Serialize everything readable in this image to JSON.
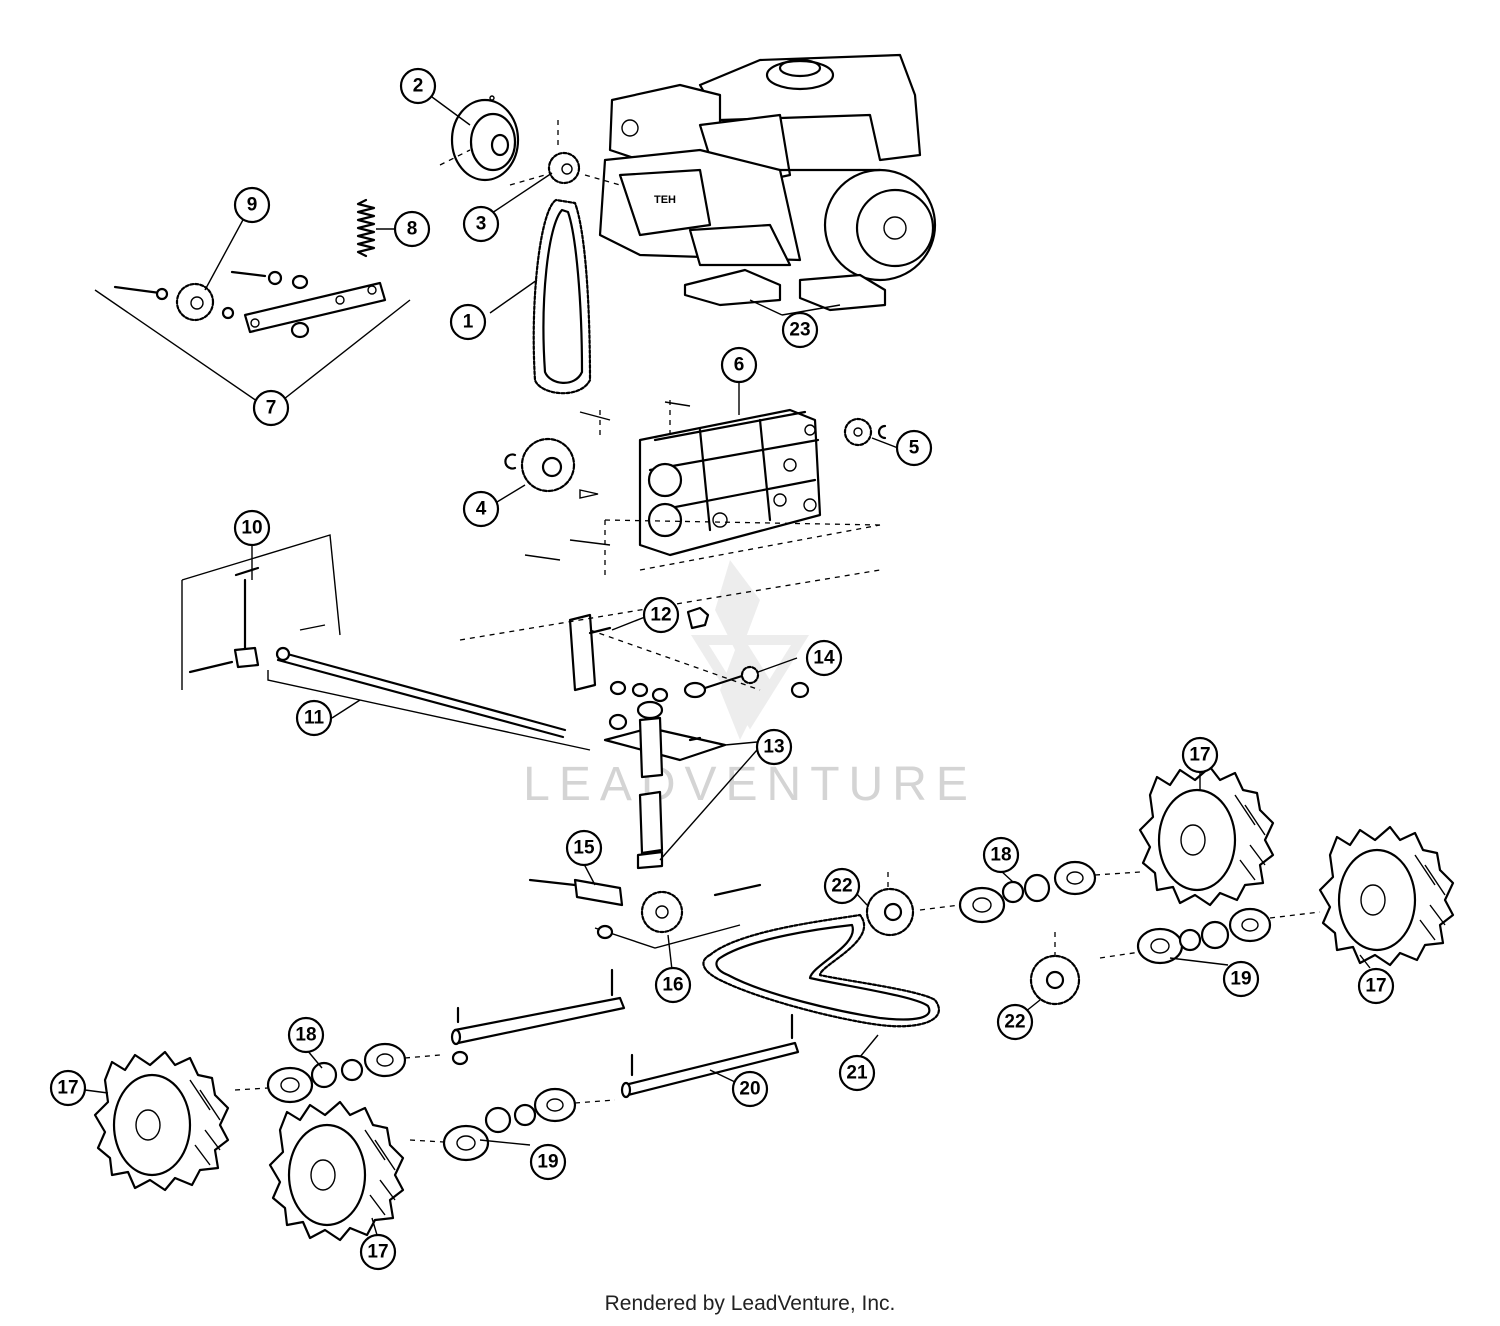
{
  "watermark": "LEADVENTURE",
  "footer": "Rendered by LeadVenture, Inc.",
  "callouts": {
    "c1": "1",
    "c2": "2",
    "c3": "3",
    "c4": "4",
    "c5": "5",
    "c6": "6",
    "c7": "7",
    "c8": "8",
    "c9": "9",
    "c10": "10",
    "c11": "11",
    "c12": "12",
    "c13": "13",
    "c14": "14",
    "c15": "15",
    "c16": "16",
    "c17": "17",
    "c18": "18",
    "c19": "19",
    "c20": "20",
    "c21": "21",
    "c22": "22",
    "c23": "23"
  },
  "icons": {
    "engine": "engine-icon",
    "drive_chain": "chain-icon",
    "wheel": "tire-icon",
    "sprocket": "sprocket-icon",
    "pulley": "pulley-icon",
    "spring": "spring-icon",
    "transmission": "gearbox-icon"
  }
}
